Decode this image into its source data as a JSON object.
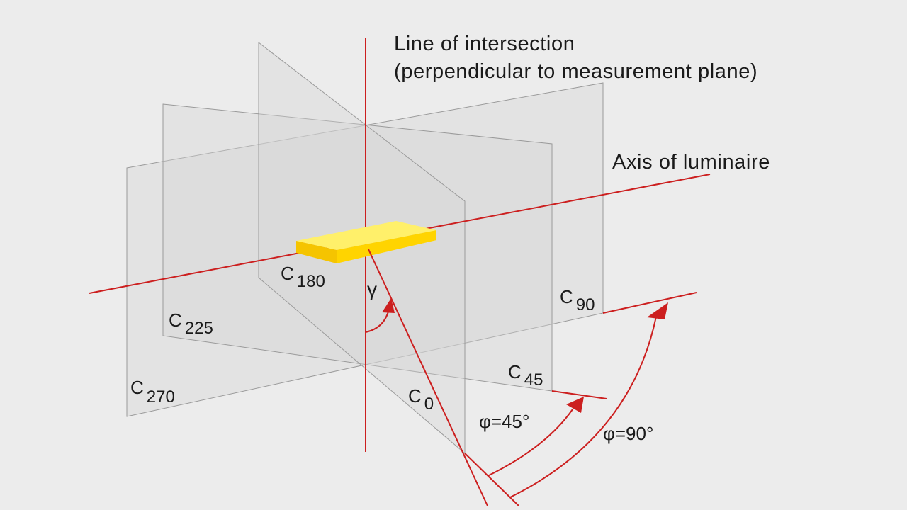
{
  "labels": {
    "intersection_line1": "Line of intersection",
    "intersection_line2": "(perpendicular to measurement plane)",
    "axis_of_luminaire": "Axis of luminaire",
    "gamma": "γ",
    "phi_45": "φ=45°",
    "phi_90": "φ=90°"
  },
  "planes": [
    {
      "name": "C",
      "sub": "180"
    },
    {
      "name": "C",
      "sub": "225"
    },
    {
      "name": "C",
      "sub": "270"
    },
    {
      "name": "C",
      "sub": "90"
    },
    {
      "name": "C",
      "sub": "45"
    },
    {
      "name": "C",
      "sub": "0"
    }
  ],
  "colors": {
    "accent": "#cc1f1f",
    "luminaire_top": "#fff06a",
    "luminaire_side": "#ffd400",
    "background": "#ececec"
  }
}
